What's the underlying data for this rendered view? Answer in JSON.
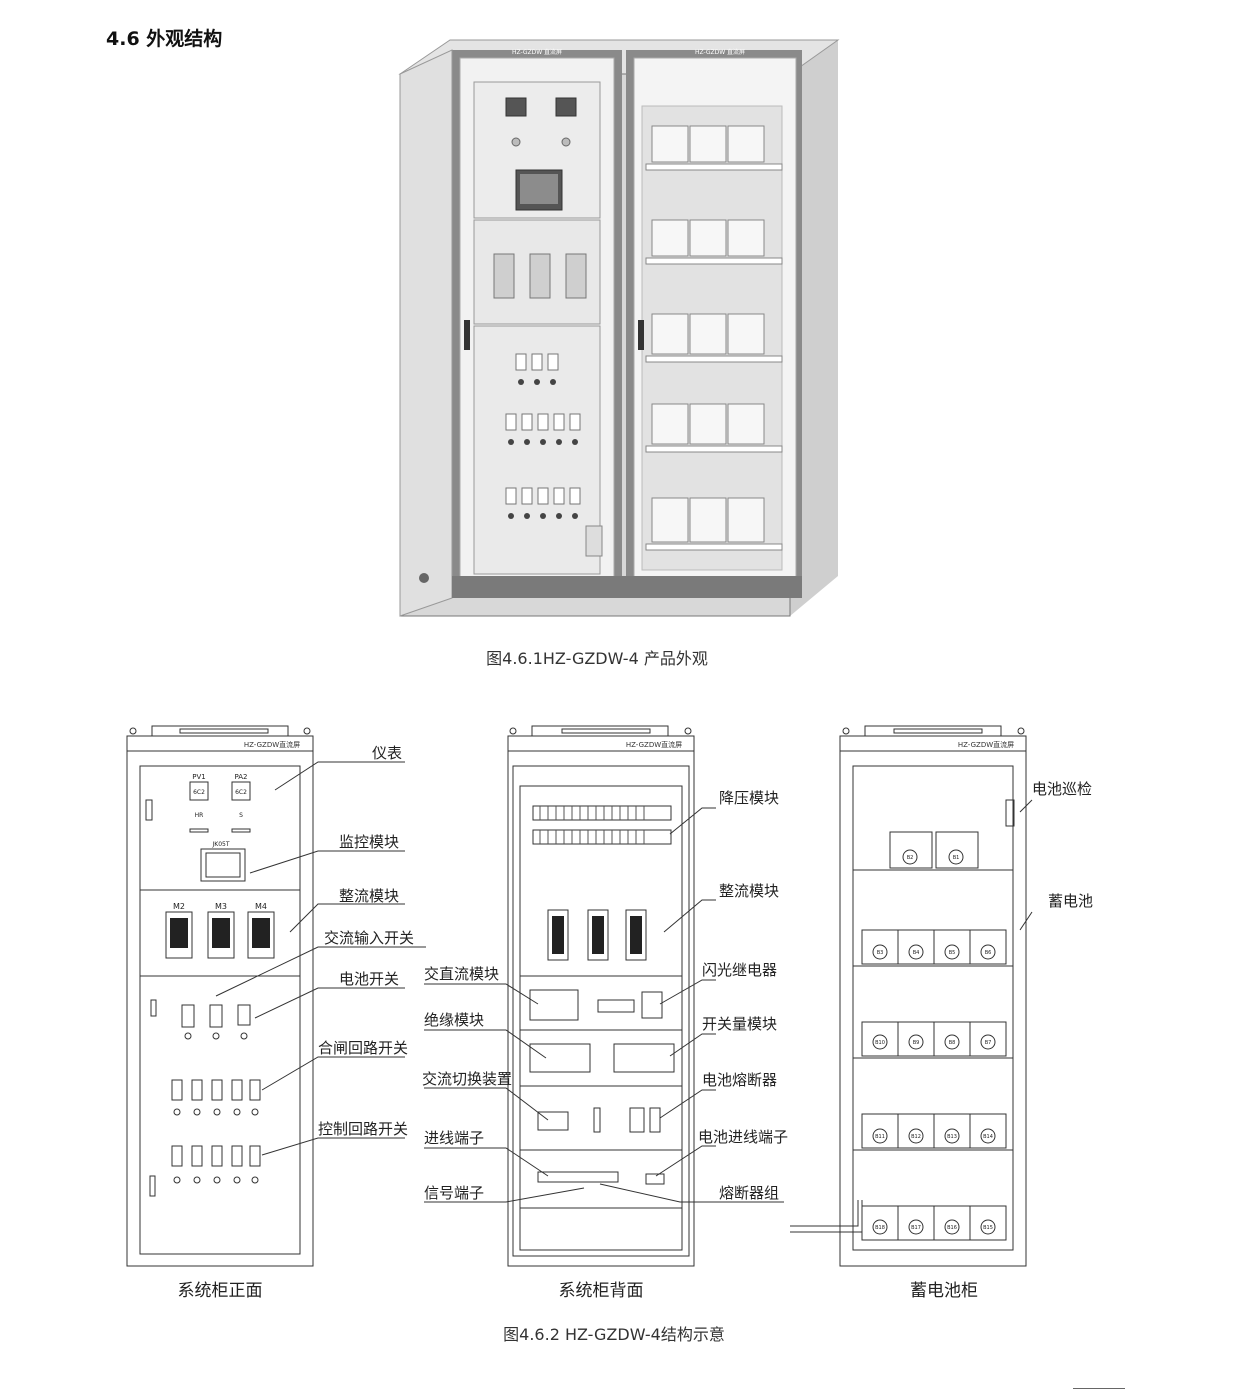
{
  "section_title": "4.6 外观结构",
  "photo": {
    "left_panel_title": "HZ-GZDW 直流屏",
    "right_panel_title": "HZ-GZDW 直流屏"
  },
  "figure1_caption": "图4.6.1HZ-GZDW-4 产品外观",
  "figure2_caption": "图4.6.2 HZ-GZDW-4结构示意",
  "cabinets": {
    "front": {
      "title": "系统柜正面",
      "header_text": "HZ-GZDW直流屏",
      "meters": [
        "PV1",
        "PA2"
      ],
      "meter_values": [
        "6C2",
        "6C2"
      ],
      "meter_sub": [
        "HR",
        "S"
      ],
      "monitor_label": "JK05T",
      "modules": [
        "M2",
        "M3",
        "M4"
      ],
      "callouts": [
        "仪表",
        "监控模块",
        "整流模块",
        "交流输入开关",
        "电池开关",
        "合闸回路开关",
        "控制回路开关"
      ]
    },
    "back": {
      "title": "系统柜背面",
      "header_text": "HZ-GZDW直流屏",
      "callouts_right": [
        "降压模块",
        "整流模块",
        "闪光继电器",
        "开关量模块",
        "电池熔断器",
        "电池进线端子",
        "熔断器组"
      ],
      "callouts_left": [
        "交直流模块",
        "绝缘模块",
        "交流切换装置",
        "进线端子",
        "信号端子"
      ]
    },
    "battery": {
      "title": "蓄电池柜",
      "header_text": "HZ-GZDW直流屏",
      "callouts": [
        "电池巡检",
        "蓄电池"
      ],
      "rows": [
        [
          "B2",
          "B1"
        ],
        [
          "B3",
          "B4",
          "B5",
          "B6"
        ],
        [
          "B10",
          "B9",
          "B8",
          "B7"
        ],
        [
          "B11",
          "B12",
          "B13",
          "B14"
        ],
        [
          "B18",
          "B17",
          "B16",
          "B15"
        ]
      ]
    }
  }
}
